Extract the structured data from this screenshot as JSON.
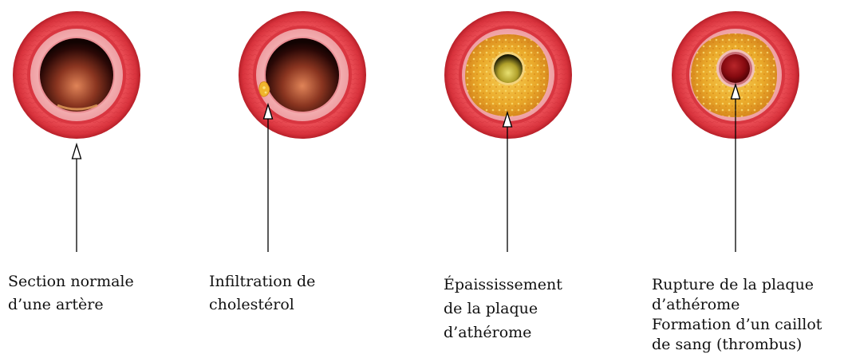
{
  "stages": [
    {
      "id": "normal",
      "caption_lines": [
        "Section normale",
        "d’une artère"
      ]
    },
    {
      "id": "infiltration",
      "caption_lines": [
        "Infiltration de",
        "cholestérol"
      ]
    },
    {
      "id": "thickening",
      "caption_lines": [
        "Épaississement",
        "de la plaque",
        "d’athérome"
      ]
    },
    {
      "id": "rupture",
      "caption_lines": [
        "Rupture de la plaque",
        "d’athérome",
        "Formation d’un caillot",
        "de sang (thrombus)"
      ]
    }
  ],
  "colors": {
    "outer_wall": "#e0404a",
    "outer_ring_edge": "#b01e28",
    "media": "#f2a3a6",
    "intima": "#e88a8e",
    "lumen_dark": "#1a0503",
    "lumen_mid": "#7a2a18",
    "lumen_light": "#d77a52",
    "plaque": "#e8a525",
    "plaque_light": "#f5c84a",
    "clot": "#8a0d12",
    "arrow": "#000000"
  }
}
